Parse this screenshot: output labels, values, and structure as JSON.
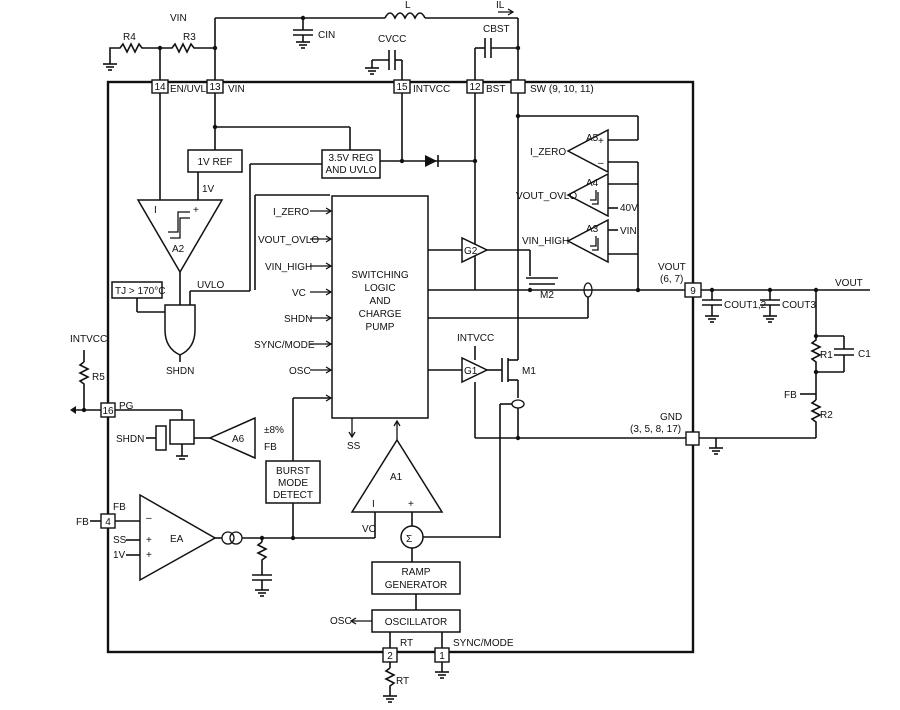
{
  "top": {
    "vin": "VIN",
    "inductor": "L",
    "il": "IL",
    "cin": "CIN",
    "cvcc": "CVCC",
    "cbst": "CBST",
    "r4": "R4",
    "r3": "R3"
  },
  "pins": {
    "p14": "14",
    "p13": "13",
    "p15": "15",
    "p12": "12",
    "p9": "9",
    "p16": "16",
    "p4": "4",
    "p2": "2",
    "p1": "1",
    "en_uvlo": "EN/UVLO",
    "vin": "VIN",
    "intvcc": "INTVCC",
    "bst": "BST",
    "sw": "SW (9, 10, 11)",
    "pg": "PG",
    "fb": "FB",
    "rt": "RT",
    "sync_mode": "SYNC/MODE",
    "vout_pin": "VOUT",
    "vout_pins": "(6, 7)",
    "gnd": "GND",
    "gnd_pins": "(3, 5, 8, 17)"
  },
  "blocks": {
    "ref1v": "1V REF",
    "reg_line1": "3.5V REG",
    "reg_line2": "AND UVLO",
    "sw_line1": "SWITCHING",
    "sw_line2": "LOGIC",
    "sw_line3": "AND",
    "sw_line4": "CHARGE",
    "sw_line5": "PUMP",
    "burst1": "BURST",
    "burst2": "MODE",
    "burst3": "DETECT",
    "ramp1": "RAMP",
    "ramp2": "GENERATOR",
    "osc": "OSCILLATOR"
  },
  "logic_inputs": [
    "I_ZERO",
    "VOUT_OVLO",
    "VIN_HIGH",
    "VC",
    "SHDN",
    "SYNC/MODE",
    "OSC"
  ],
  "labels": {
    "a2": "A2",
    "one_v": "1V",
    "tj": "TJ > 170°C",
    "uvlo": "UVLO",
    "shdn": "SHDN",
    "intvcc_ext": "INTVCC",
    "r5": "R5",
    "shdn2": "SHDN",
    "a6": "A6",
    "pm8": "±8%",
    "fb_a6": "FB",
    "fb_ext": "FB",
    "ss_ea": "SS",
    "onev_ea": "1V",
    "fb_ea": "FB",
    "ea": "EA",
    "ss": "SS",
    "a1": "A1",
    "vc": "VC",
    "i_a1": "I",
    "sigma": "Σ",
    "osc_out": "OSC",
    "rt_res": "RT",
    "g2": "G2",
    "g1": "G1",
    "m2": "M2",
    "m1": "M1",
    "intvcc_g1": "INTVCC",
    "a5": "A5",
    "izero": "I_ZERO",
    "a4": "A4",
    "vout_ovlo": "VOUT_OVLO",
    "forty_v": "40V",
    "a3": "A3",
    "vin_high": "VIN_HIGH",
    "vin_a3": "VIN",
    "vout_ext": "VOUT",
    "cout12": "COUT1,2",
    "cout3": "COUT3",
    "r1": "R1",
    "c1": "C1",
    "r2": "R2",
    "fb_div": "FB",
    "plus": "+",
    "minus": "–"
  }
}
